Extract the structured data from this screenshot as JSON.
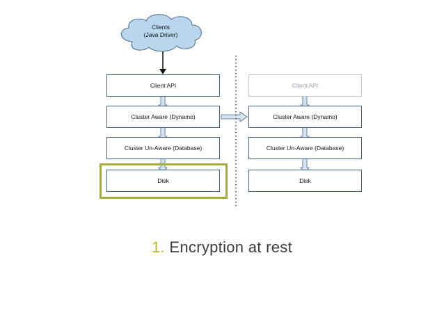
{
  "diagram": {
    "cloud": {
      "line1": "Clients",
      "line2": "(Java Driver)"
    },
    "left_stack": {
      "client_api": "Client API",
      "cluster_aware": "Cluster Aware (Dynamo)",
      "cluster_unaware": "Cluster Un-Aware (Database)",
      "disk": "Disk"
    },
    "right_stack": {
      "client_api": "Client API",
      "cluster_aware": "Cluster Aware (Dynamo)",
      "cluster_unaware": "Cluster Un-Aware (Database)",
      "disk": "Disk"
    },
    "colors": {
      "box_border": "#3e5f7a",
      "cloud_fill": "#b9d6ee",
      "arrow_fill": "#d6e4f2",
      "highlight": "#a4ac3c",
      "caption_number": "#b5b92a"
    }
  },
  "caption": {
    "number": "1.",
    "text": "Encryption at rest"
  }
}
